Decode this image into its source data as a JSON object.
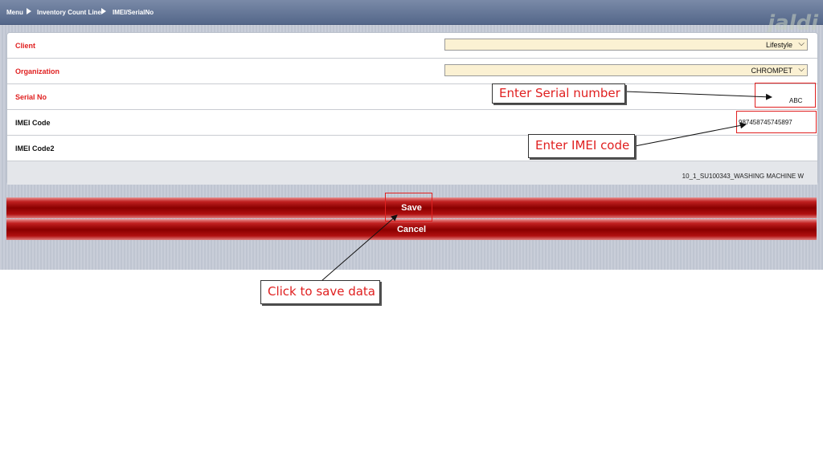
{
  "breadcrumb": {
    "items": [
      "Menu",
      "Inventory Count Line",
      "IMEI/SerialNo"
    ]
  },
  "form": {
    "client": {
      "label": "Client",
      "value": "Lifestyle"
    },
    "organization": {
      "label": "Organization",
      "value": "CHROMPET"
    },
    "serial_no": {
      "label": "Serial No",
      "value": "ABC"
    },
    "imei_code": {
      "label": "IMEI Code",
      "value": "987458745745897"
    },
    "imei_code2": {
      "label": "IMEI Code2",
      "value": ""
    },
    "footer_text": "10_1_SU100343_WASHING MACHINE W"
  },
  "actions": {
    "save_label": "Save",
    "cancel_label": "Cancel"
  },
  "annotations": {
    "serial_callout": "Enter Serial number",
    "imei_callout": "Enter IMEI code",
    "save_callout": "Click to save data"
  },
  "colors": {
    "required_label": "#e02020",
    "button_red": "#8a0000",
    "select_bg": "#fbf1d3",
    "highlight": "#e02020"
  }
}
